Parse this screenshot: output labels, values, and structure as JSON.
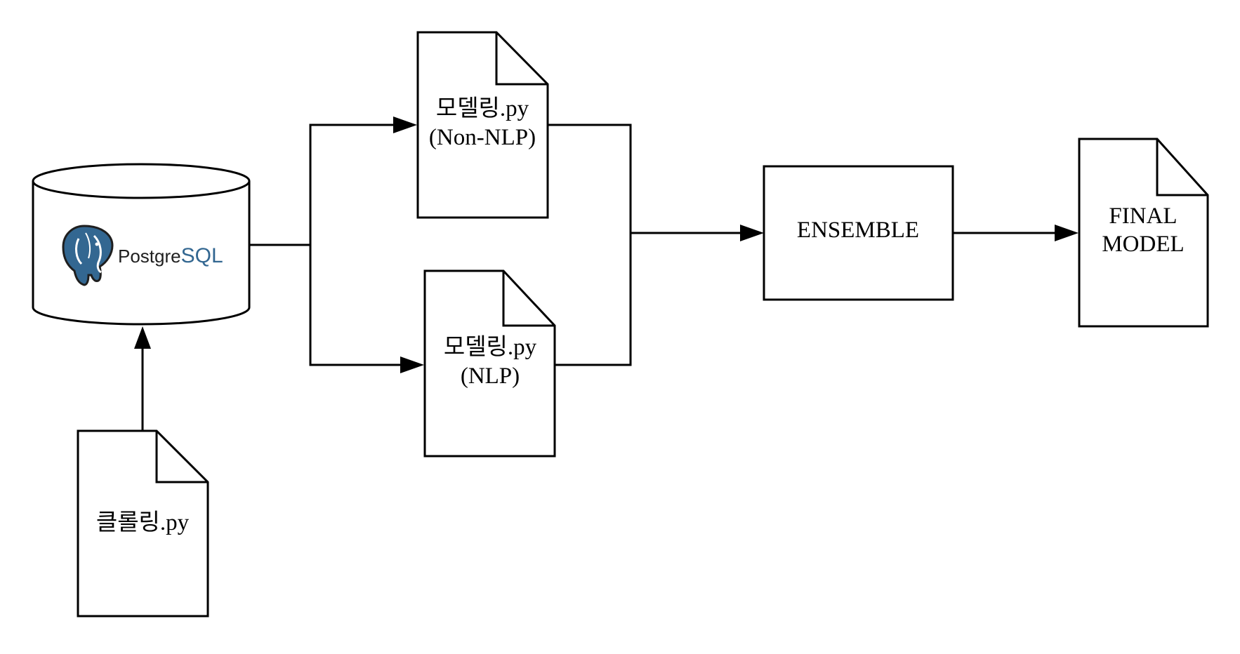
{
  "nodes": {
    "database": {
      "logo_text_prefix": "Postgre",
      "logo_text_suffix": "SQL",
      "logo_icon": "postgresql-elephant-icon"
    },
    "crawling": {
      "label": "클롤링.py"
    },
    "modeling_non_nlp": {
      "line1": "모델링.py",
      "line2": "(Non-NLP)"
    },
    "modeling_nlp": {
      "line1": "모델링.py",
      "line2": "(NLP)"
    },
    "ensemble": {
      "label": "ENSEMBLE"
    },
    "final_model": {
      "line1": "FINAL",
      "line2": "MODEL"
    }
  },
  "colors": {
    "stroke": "#000000",
    "background": "#ffffff",
    "postgres_blue": "#336791",
    "postgres_dark": "#1f1f1f"
  }
}
